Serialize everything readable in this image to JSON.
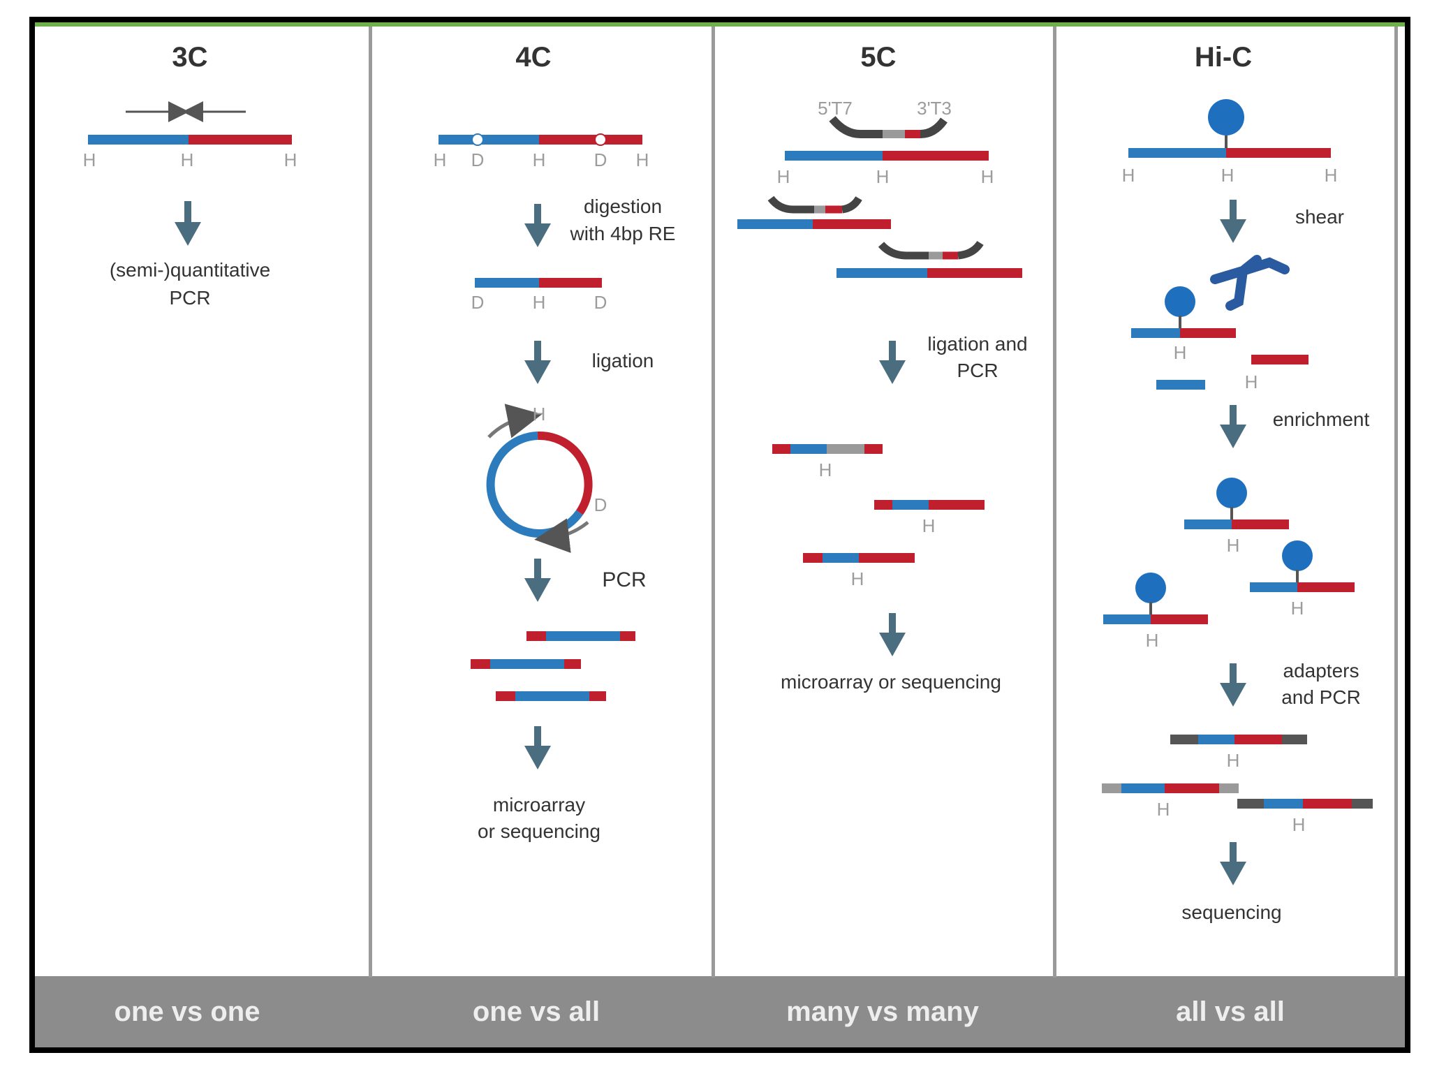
{
  "colors": {
    "blue": "#2c7bbd",
    "red": "#c0202e",
    "gray": "#9a9a9a",
    "dark": "#4a4a4a",
    "arrow": "#4b6d80",
    "footer": "#8c8c8c",
    "green": "#6fb04a",
    "site": "#9c9c9c"
  },
  "panels": [
    {
      "title": "3C",
      "footer": "one vs one"
    },
    {
      "title": "4C",
      "footer": "one vs all"
    },
    {
      "title": "5C",
      "footer": "many vs many"
    },
    {
      "title": "Hi-C",
      "footer": "all vs all"
    }
  ],
  "labels": {
    "h": "H",
    "d": "D",
    "c3_step1a": "(semi-)quantitative",
    "c3_step1b": "PCR",
    "c4_step1a": "digestion",
    "c4_step1b": "with 4bp RE",
    "c4_step2": "ligation",
    "c4_step3": "PCR",
    "c4_step4a": "microarray",
    "c4_step4b": "or sequencing",
    "c5_primer_left": "5'T7",
    "c5_primer_right": "3'T3",
    "c5_step1a": "ligation and",
    "c5_step1b": "PCR",
    "c5_step2": "microarray or sequencing",
    "hic_step1": "shear",
    "hic_step2": "enrichment",
    "hic_step3a": "adapters",
    "hic_step3b": "and PCR",
    "hic_step4": "sequencing"
  }
}
